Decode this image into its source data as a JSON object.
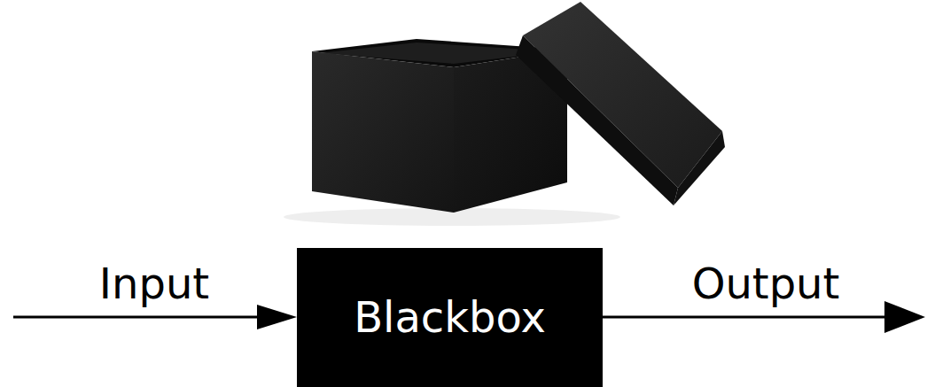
{
  "diagram": {
    "nodes": [
      {
        "text": [
          "Blackbox"
        ]
      }
    ],
    "labels": [
      "Input",
      "Output"
    ]
  }
}
